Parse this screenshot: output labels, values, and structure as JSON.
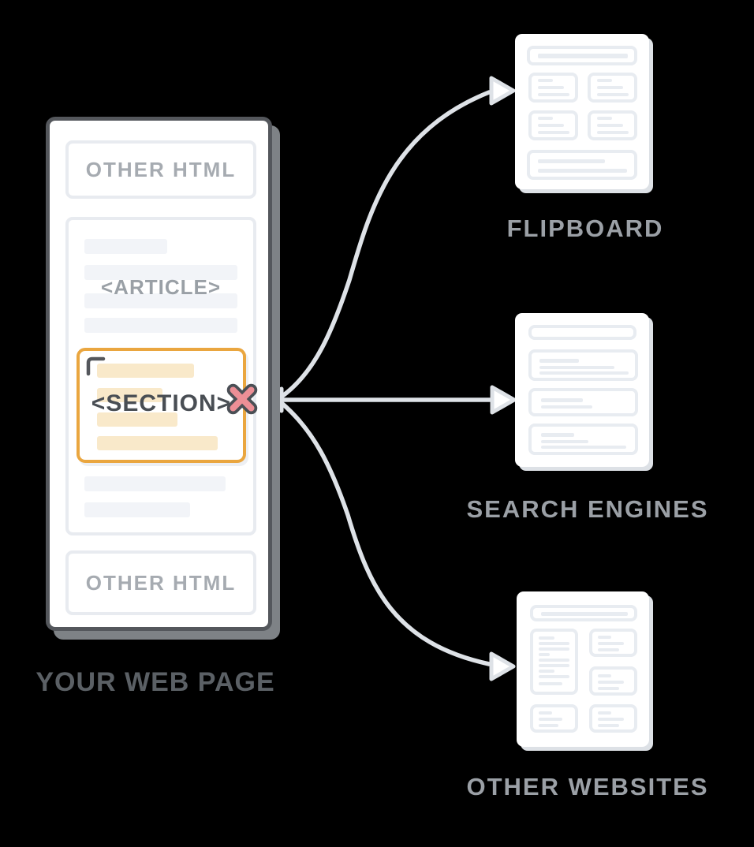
{
  "background_color": "#000000",
  "diagram": {
    "source_panel": {
      "caption": "YOUR WEB PAGE",
      "top_block_label": "OTHER HTML",
      "bottom_block_label": "OTHER HTML",
      "article_tag": "<ARTICLE>",
      "section_tag": "<SECTION>",
      "border_color": "#54575C",
      "highlight_color": "#EAA63F"
    },
    "blocked_marker": {
      "icon": "x-cross-icon",
      "fill_color": "#EC8F96",
      "outline_color": "#4A4F55"
    },
    "arrows": {
      "color": "#DEE2E7",
      "count": 3,
      "direction": "from-section-to-targets"
    },
    "targets": [
      {
        "id": "flipboard",
        "label": "FLIPBOARD",
        "thumbnail": "magazine-grid-page"
      },
      {
        "id": "search-engines",
        "label": "SEARCH ENGINES",
        "thumbnail": "search-results-page"
      },
      {
        "id": "other-websites",
        "label": "OTHER WEBSITES",
        "thumbnail": "article-grid-page"
      }
    ],
    "label_color": "#9BA0A6",
    "caption_color": "#5B6065"
  }
}
